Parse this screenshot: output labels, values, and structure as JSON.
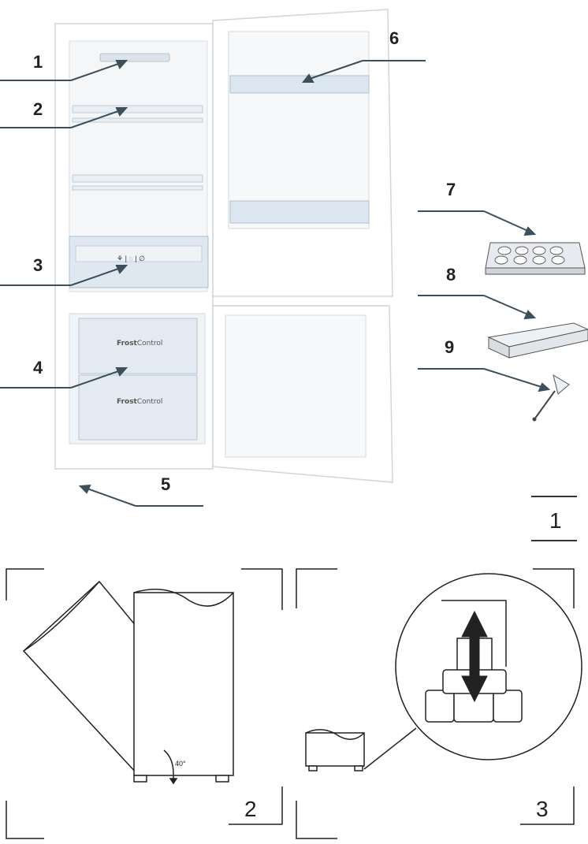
{
  "callouts": [
    {
      "label": "1"
    },
    {
      "label": "2"
    },
    {
      "label": "3"
    },
    {
      "label": "4"
    },
    {
      "label": "5"
    },
    {
      "label": "6"
    },
    {
      "label": "7"
    },
    {
      "label": "8"
    },
    {
      "label": "9"
    }
  ],
  "figures": [
    {
      "label": "1"
    },
    {
      "label": "2"
    },
    {
      "label": "3"
    }
  ],
  "drawer_brand": {
    "bold": "Frost",
    "regular": "Control"
  },
  "tilt_angle_label": "40°",
  "colors": {
    "line": "#333333",
    "accent": "#3d4f5a",
    "shelf": "#c8d6e5"
  }
}
